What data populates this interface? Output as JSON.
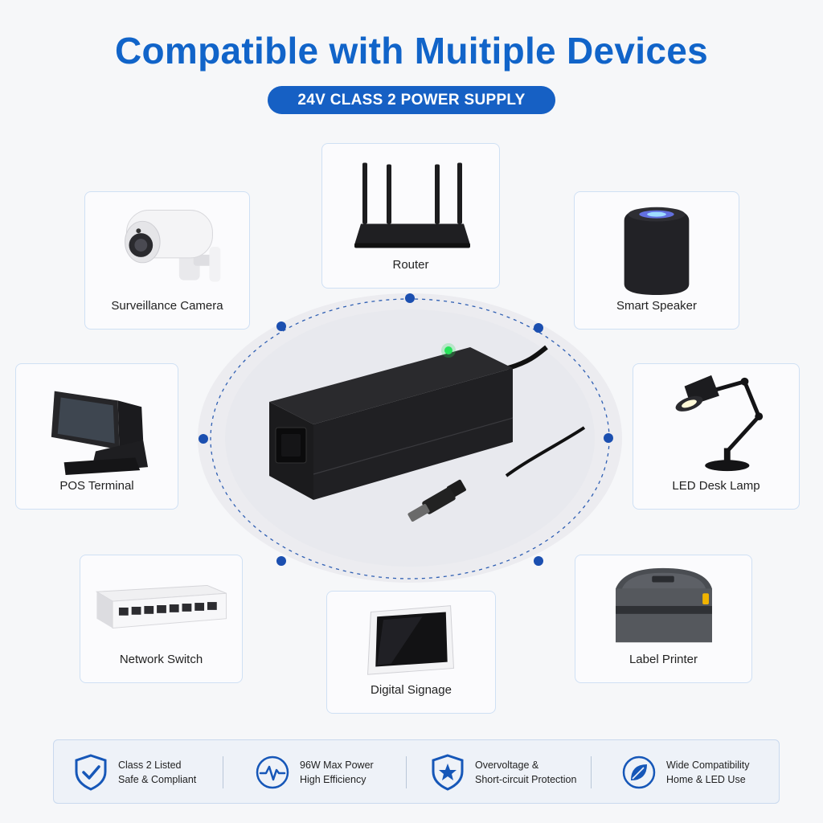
{
  "header": {
    "title": "Compatible with Muitiple Devices",
    "subtitle_badge": "24V CLASS 2 POWER SUPPLY"
  },
  "devices": {
    "router": "Router",
    "camera": "Surveillance Camera",
    "speaker": "Smart Speaker",
    "pos": "POS Terminal",
    "lamp": "LED Desk Lamp",
    "switch": "Network Switch",
    "signage": "Digital Signage",
    "printer": "Label Printer"
  },
  "features": [
    {
      "icon": "shield-check-icon",
      "line1": "Class 2 Listed",
      "line2": "Safe & Compliant"
    },
    {
      "icon": "pulse-circle-icon",
      "line1": "96W Max Power",
      "line2": "High Efficiency"
    },
    {
      "icon": "shield-star-icon",
      "line1": "Overvoltage &",
      "line2": "Short-circuit Protection"
    },
    {
      "icon": "leaf-circle-icon",
      "line1": "Wide Compatibility",
      "line2": "Home & LED Use"
    }
  ],
  "colors": {
    "brand_blue": "#1164c9",
    "badge_blue": "#1660c4",
    "dot_blue": "#1b4fb0",
    "led_green": "#29e35a"
  }
}
